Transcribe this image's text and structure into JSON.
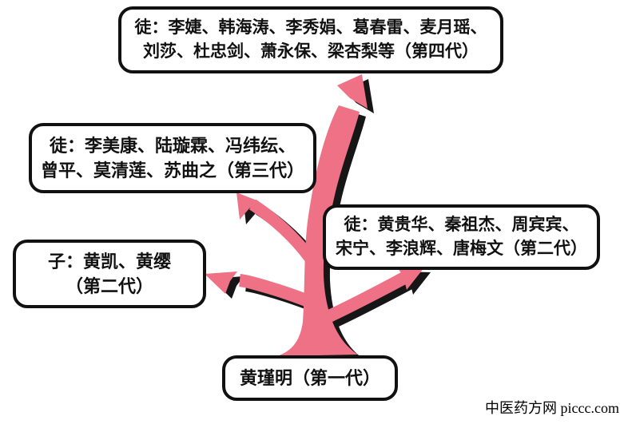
{
  "diagram": {
    "nodes": {
      "founder": {
        "label": "黄瑾明（第一代）"
      },
      "gen2_disciples": {
        "lines": [
          "徒：黄贵华、秦祖杰、周宾宾、",
          "宋宁、李浪辉、唐梅文（第二代）"
        ]
      },
      "gen2_sons": {
        "lines": [
          "子：黄凯、黄缨",
          "（第二代）"
        ]
      },
      "gen3_disciples": {
        "lines": [
          "徒：李美康、陆璇霖、冯纬纭、",
          "曾平、莫清莲、苏曲之（第三代）"
        ]
      },
      "gen4_disciples": {
        "lines": [
          "徒：李婕、韩海涛、李秀娟、葛春雷、麦月瑶、",
          "刘莎、杜忠剑、萧永保、梁杏梨等（第四代）"
        ]
      }
    },
    "colors": {
      "arrow": "#ee7185",
      "arrow_shadow": "#161616",
      "box_border": "#111111",
      "background": "#ffffff",
      "text": "#111111"
    }
  },
  "watermark": {
    "text": "中医药方网 piccc.com"
  }
}
